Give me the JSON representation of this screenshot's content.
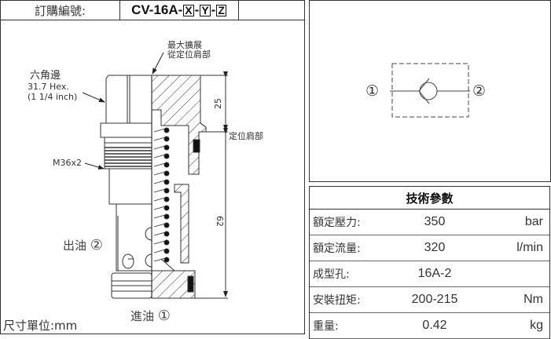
{
  "header": {
    "order_label": "訂購編號:",
    "model_prefix": "CV-16A-",
    "model_x": "X",
    "model_y": "Y",
    "model_z": "Z",
    "sep": "-"
  },
  "drawing": {
    "hex_label": "六角邊",
    "hex_size": "31.7 Hex.",
    "hex_inch": "(1 1/4 inch)",
    "thread": "M36x2",
    "max_ext_line1": "最大擴展",
    "max_ext_line2": "從定位肩部",
    "shoulder_label": "定位肩部",
    "dim_top": "25",
    "dim_bottom": "62",
    "port2_label": "出油",
    "port2_num": "②",
    "port1_label": "進油",
    "port1_num": "①",
    "unit_note": "尺寸單位:mm"
  },
  "symbol": {
    "port1": "①",
    "port2": "②"
  },
  "specs": {
    "title": "技術參數",
    "rows": [
      {
        "key": "額定壓力:",
        "value": "350",
        "unit": "bar"
      },
      {
        "key": "額定流量:",
        "value": "320",
        "unit": "l/min"
      },
      {
        "key": "成型孔:",
        "value": "16A-2",
        "unit": ""
      },
      {
        "key": "安裝扭矩:",
        "value": "200-215",
        "unit": "Nm"
      },
      {
        "key": "重量:",
        "value": "0.42",
        "unit": "kg"
      }
    ]
  }
}
